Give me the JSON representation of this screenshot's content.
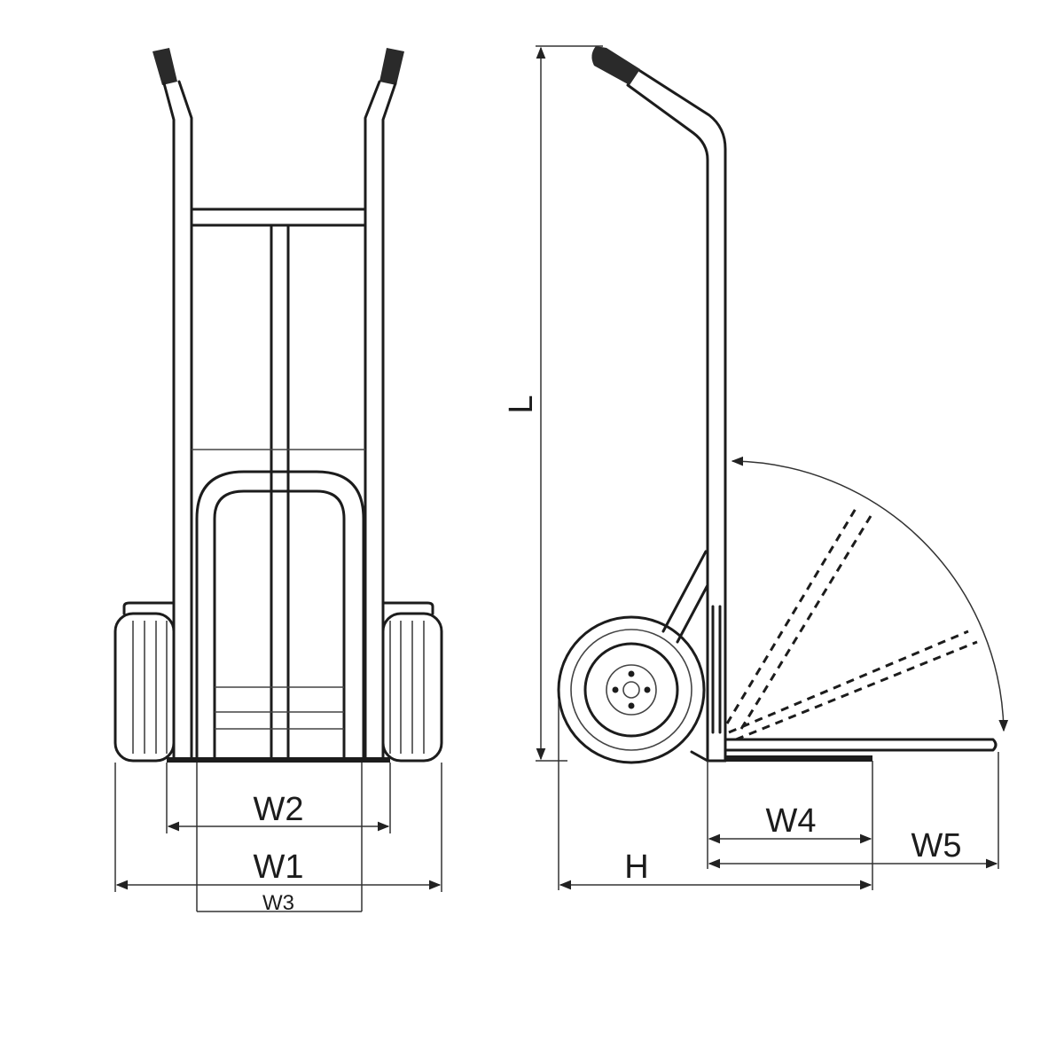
{
  "labels": {
    "w1": "W1",
    "w2": "W2",
    "w3": "W3",
    "w4": "W4",
    "w5": "W5",
    "h": "H",
    "l": "L"
  },
  "colors": {
    "line": "#1c1c1c",
    "background": "#ffffff"
  }
}
